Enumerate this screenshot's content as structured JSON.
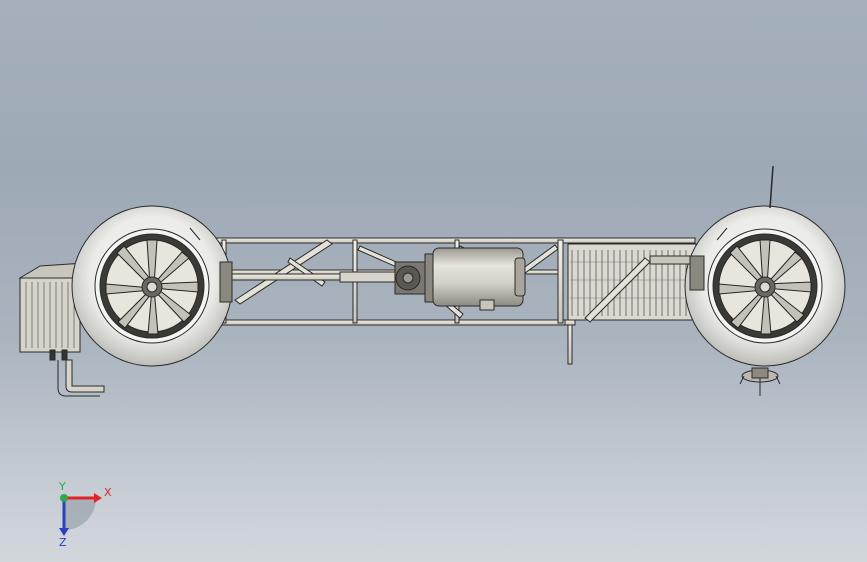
{
  "viewport": {
    "background_top": "#a6b0bd",
    "background_bottom": "#d2d7dc"
  },
  "model": {
    "description_icon": "chassis-assembly-model",
    "frame_color": "#e4e2d6",
    "tire_color": "#eeeeee",
    "motor_color": "#d8d6cc",
    "outline_color": "#2a2a2a"
  },
  "triad": {
    "x_label": "X",
    "y_label": "Y",
    "z_label": "Z",
    "x_color": "#e0242a",
    "y_color": "#2fa94a",
    "z_color": "#2a3fc4"
  }
}
